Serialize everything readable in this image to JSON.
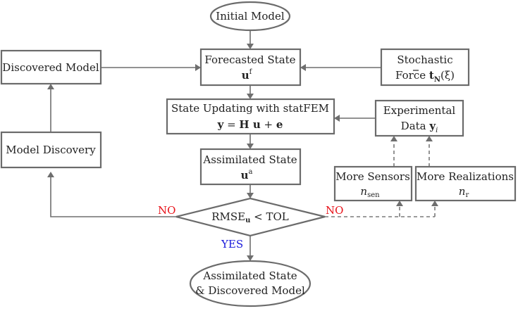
{
  "colors": {
    "stroke": "#6b6b6b",
    "no": "#e8141b",
    "yes": "#1a1adb",
    "text": "#222222"
  },
  "nodes": {
    "initial_model": {
      "label": "Initial Model"
    },
    "forecasted_state": {
      "line1": "Forecasted State",
      "line2": "u",
      "sup": "f"
    },
    "discovered_model": {
      "label": "Discovered Model"
    },
    "stochastic_force": {
      "line1": "Stochastic",
      "line2a": "Force ",
      "line2b": "t",
      "line2sub": "N",
      "line2c": "(ξ)"
    },
    "state_updating": {
      "line1": "State Updating with statFEM",
      "y": "y",
      "eq": " = ",
      "H": "H",
      "u": " u",
      "plus": " + ",
      "e": "e"
    },
    "experimental_data": {
      "line1": "Experimental",
      "line2a": "Data ",
      "line2b": "y",
      "line2sub": "i"
    },
    "model_discovery": {
      "label": "Model Discovery"
    },
    "assimilated_state": {
      "line1": "Assimilated State",
      "line2": "u",
      "sup": "a"
    },
    "more_sensors": {
      "line1": "More Sensors",
      "line2": "n",
      "sub": "sen"
    },
    "more_realizations": {
      "line1": "More Realizations",
      "line2": "n",
      "sub": "r"
    },
    "decision": {
      "a": "RMSE",
      "sub": "u",
      "b": " < TOL"
    },
    "final": {
      "line1": "Assimilated State",
      "line2": "& Discovered Model"
    }
  },
  "edge_labels": {
    "no_left": "NO",
    "no_right": "NO",
    "yes": "YES"
  }
}
